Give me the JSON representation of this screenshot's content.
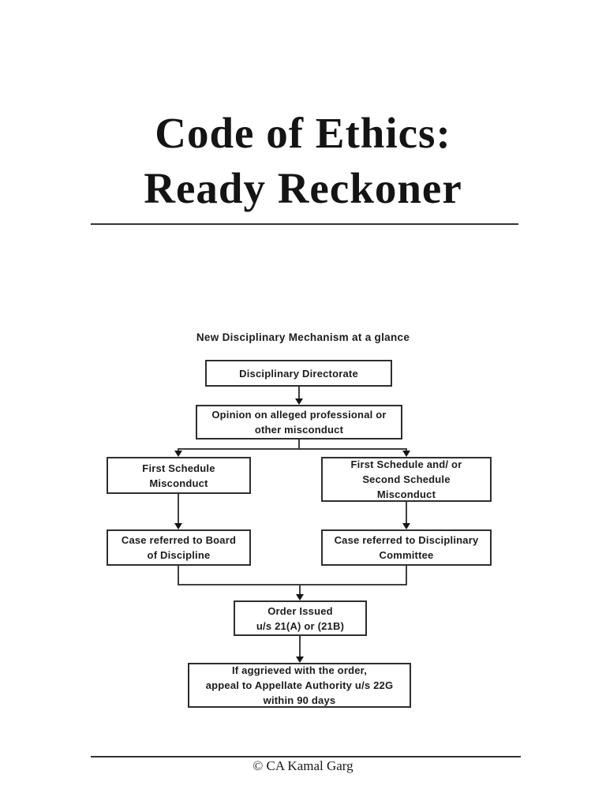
{
  "document": {
    "title_line1": "Code of Ethics:",
    "title_line2": "Ready Reckoner",
    "footer_text": "© CA Kamal Garg"
  },
  "flowchart": {
    "heading": "New Disciplinary Mechanism at a glance",
    "nodes": [
      {
        "name": "disciplinary-directorate",
        "label": "Disciplinary Directorate"
      },
      {
        "name": "opinion-alleged-misconduct",
        "label": "Opinion on alleged professional or\nother misconduct"
      },
      {
        "name": "first-schedule-misconduct",
        "label": "First Schedule\nMisconduct"
      },
      {
        "name": "first-and-second-schedule-misconduct",
        "label": "First Schedule and/ or\nSecond Schedule\nMisconduct"
      },
      {
        "name": "case-referred-board-of-discipline",
        "label": "Case referred to Board\nof Discipline"
      },
      {
        "name": "case-referred-disciplinary-committee",
        "label": "Case referred to Disciplinary\nCommittee"
      },
      {
        "name": "order-issued",
        "label": "Order Issued\nu/s 21(A) or (21B)"
      },
      {
        "name": "appeal-appellate-authority",
        "label": "If aggrieved with the order,\nappeal to Appellate Authority u/s 22G\nwithin 90 days"
      }
    ]
  }
}
